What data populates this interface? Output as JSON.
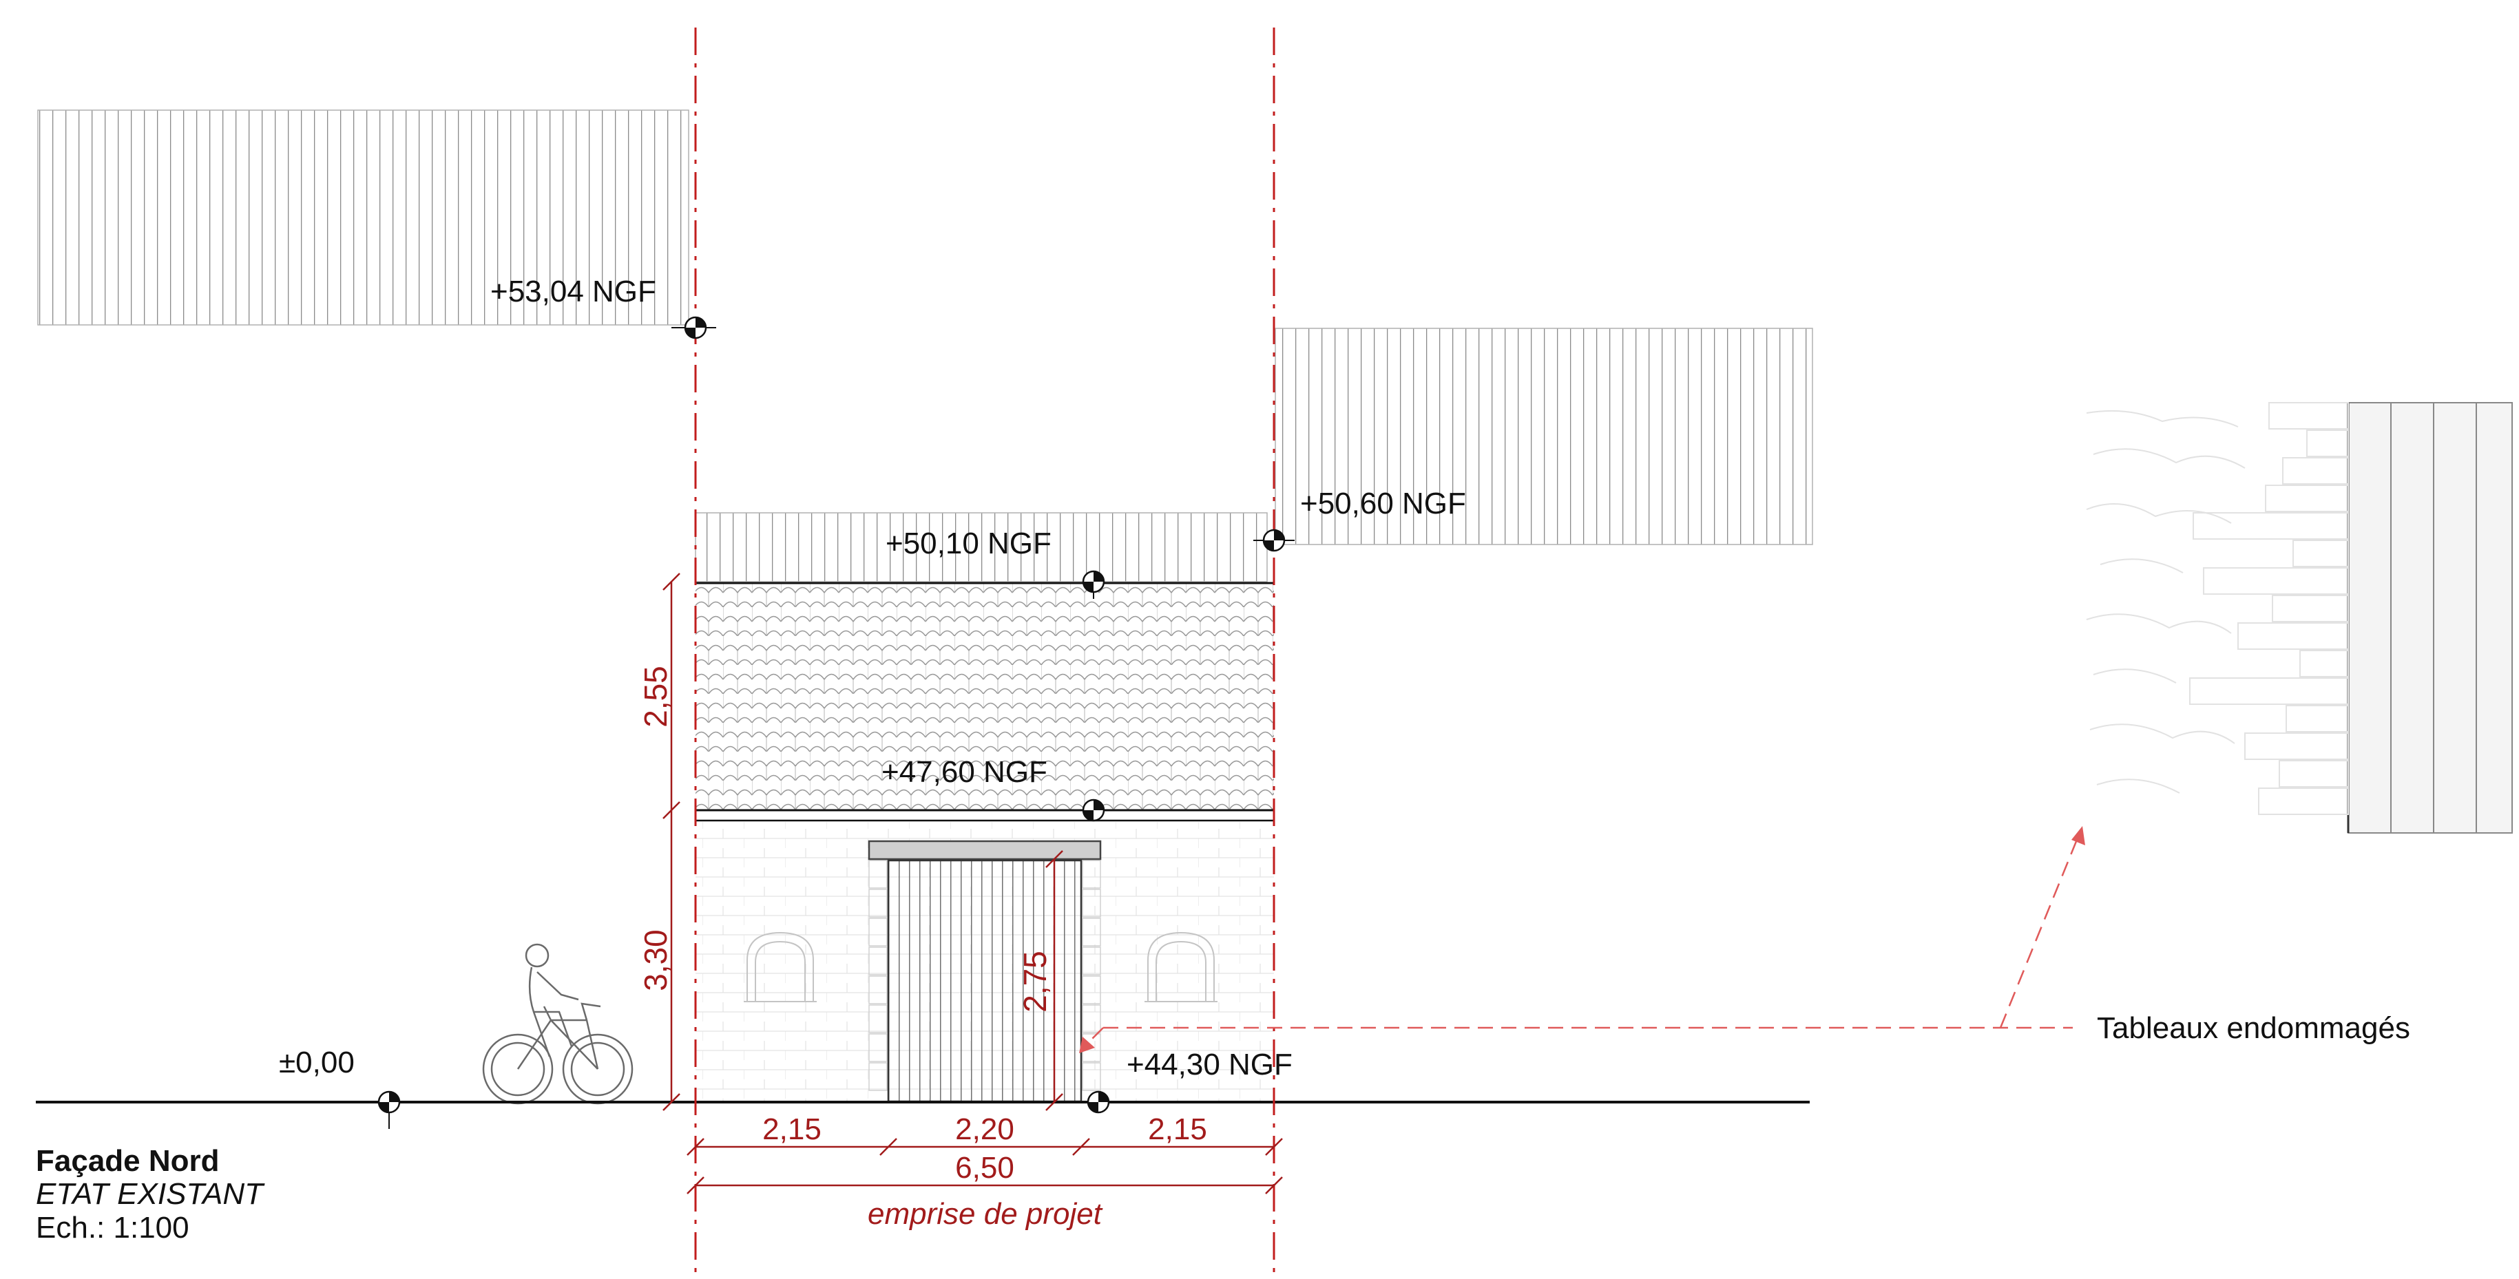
{
  "title": {
    "name": "Façade Nord",
    "status": "ETAT EXISTANT",
    "scale": "Ech.: 1:100"
  },
  "levels": {
    "top_left": "+53,04 NGF",
    "right_neighbor": "+50,60 NGF",
    "roof_ridge": "+50,10 NGF",
    "eave": "+47,60 NGF",
    "door_base": "+44,30 NGF",
    "ground": "±0,00"
  },
  "dimensions": {
    "roof_height": "2,55",
    "wall_height": "3,30",
    "door_height": "2,75",
    "left_bay": "2,15",
    "door_width": "2,20",
    "right_bay": "2,15",
    "total_width": "6,50",
    "footprint": "emprise de projet"
  },
  "annotation": "Tableaux endommagés",
  "colors": {
    "dimension": "#a21b1b",
    "leader": "#e05a5a",
    "line": "#111111",
    "hatch": "#8a8a8a"
  }
}
